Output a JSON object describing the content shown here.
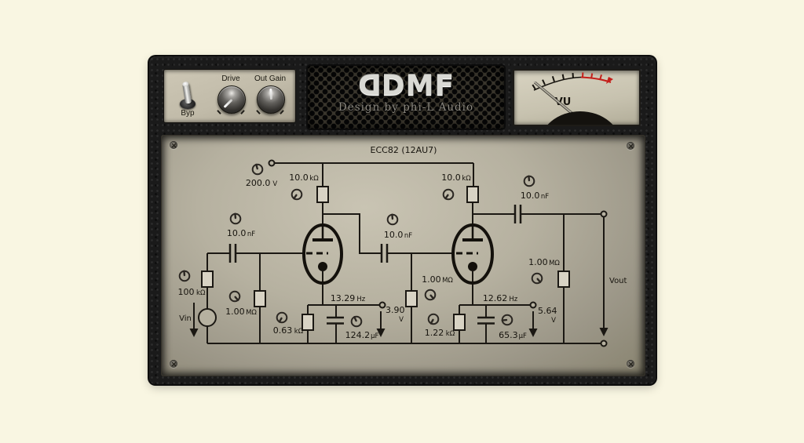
{
  "colors": {
    "page_background": "#f9f6e2",
    "chassis_leather": "#1a1a1a",
    "panel_face": "#c6c0ae",
    "schematic_face": "#b6b1a0",
    "ink": "#17140e",
    "vu_red": "#c41f1a",
    "logo_silver": "#d9d9d4"
  },
  "header": {
    "bypass": {
      "label": "Byp"
    },
    "knobs": [
      {
        "label": "Drive"
      },
      {
        "label": "Out Gain"
      }
    ],
    "logo": {
      "first_letter": "D",
      "rest": "DMF",
      "tagline": "Design by phi-L Audio"
    },
    "vu": {
      "label": "VU"
    }
  },
  "schematic": {
    "title": "ECC82 (12AU7)",
    "vin_label": "Vin",
    "vout_label": "Vout",
    "supply_voltage": {
      "value": "200.0",
      "unit": "V"
    },
    "plate_resistor_1": {
      "value": "10.0",
      "unit": "kΩ"
    },
    "plate_resistor_2": {
      "value": "10.0",
      "unit": "kΩ"
    },
    "input_cap": {
      "value": "10.0",
      "unit": "nF"
    },
    "interstage_cap": {
      "value": "10.0",
      "unit": "nF"
    },
    "output_cap": {
      "value": "10.0",
      "unit": "nF"
    },
    "input_resistor": {
      "value": "100",
      "unit": "kΩ"
    },
    "grid_resistor_1": {
      "value": "1.00",
      "unit": "MΩ"
    },
    "grid_resistor_2": {
      "value": "1.00",
      "unit": "MΩ"
    },
    "load_resistor": {
      "value": "1.00",
      "unit": "MΩ"
    },
    "cathode_resistor_1": {
      "value": "0.63",
      "unit": "kΩ"
    },
    "cathode_cap_1": {
      "value": "124.2",
      "unit": "µF"
    },
    "cathode_freq_1": {
      "value": "13.29",
      "unit": "Hz"
    },
    "cathode_voltage_1": {
      "value": "3.90",
      "unit": "V"
    },
    "cathode_resistor_2": {
      "value": "1.22",
      "unit": "kΩ"
    },
    "cathode_cap_2": {
      "value": "65.3",
      "unit": "µF"
    },
    "cathode_freq_2": {
      "value": "12.62",
      "unit": "Hz"
    },
    "cathode_voltage_2": {
      "value": "5.64",
      "unit": "V"
    }
  }
}
